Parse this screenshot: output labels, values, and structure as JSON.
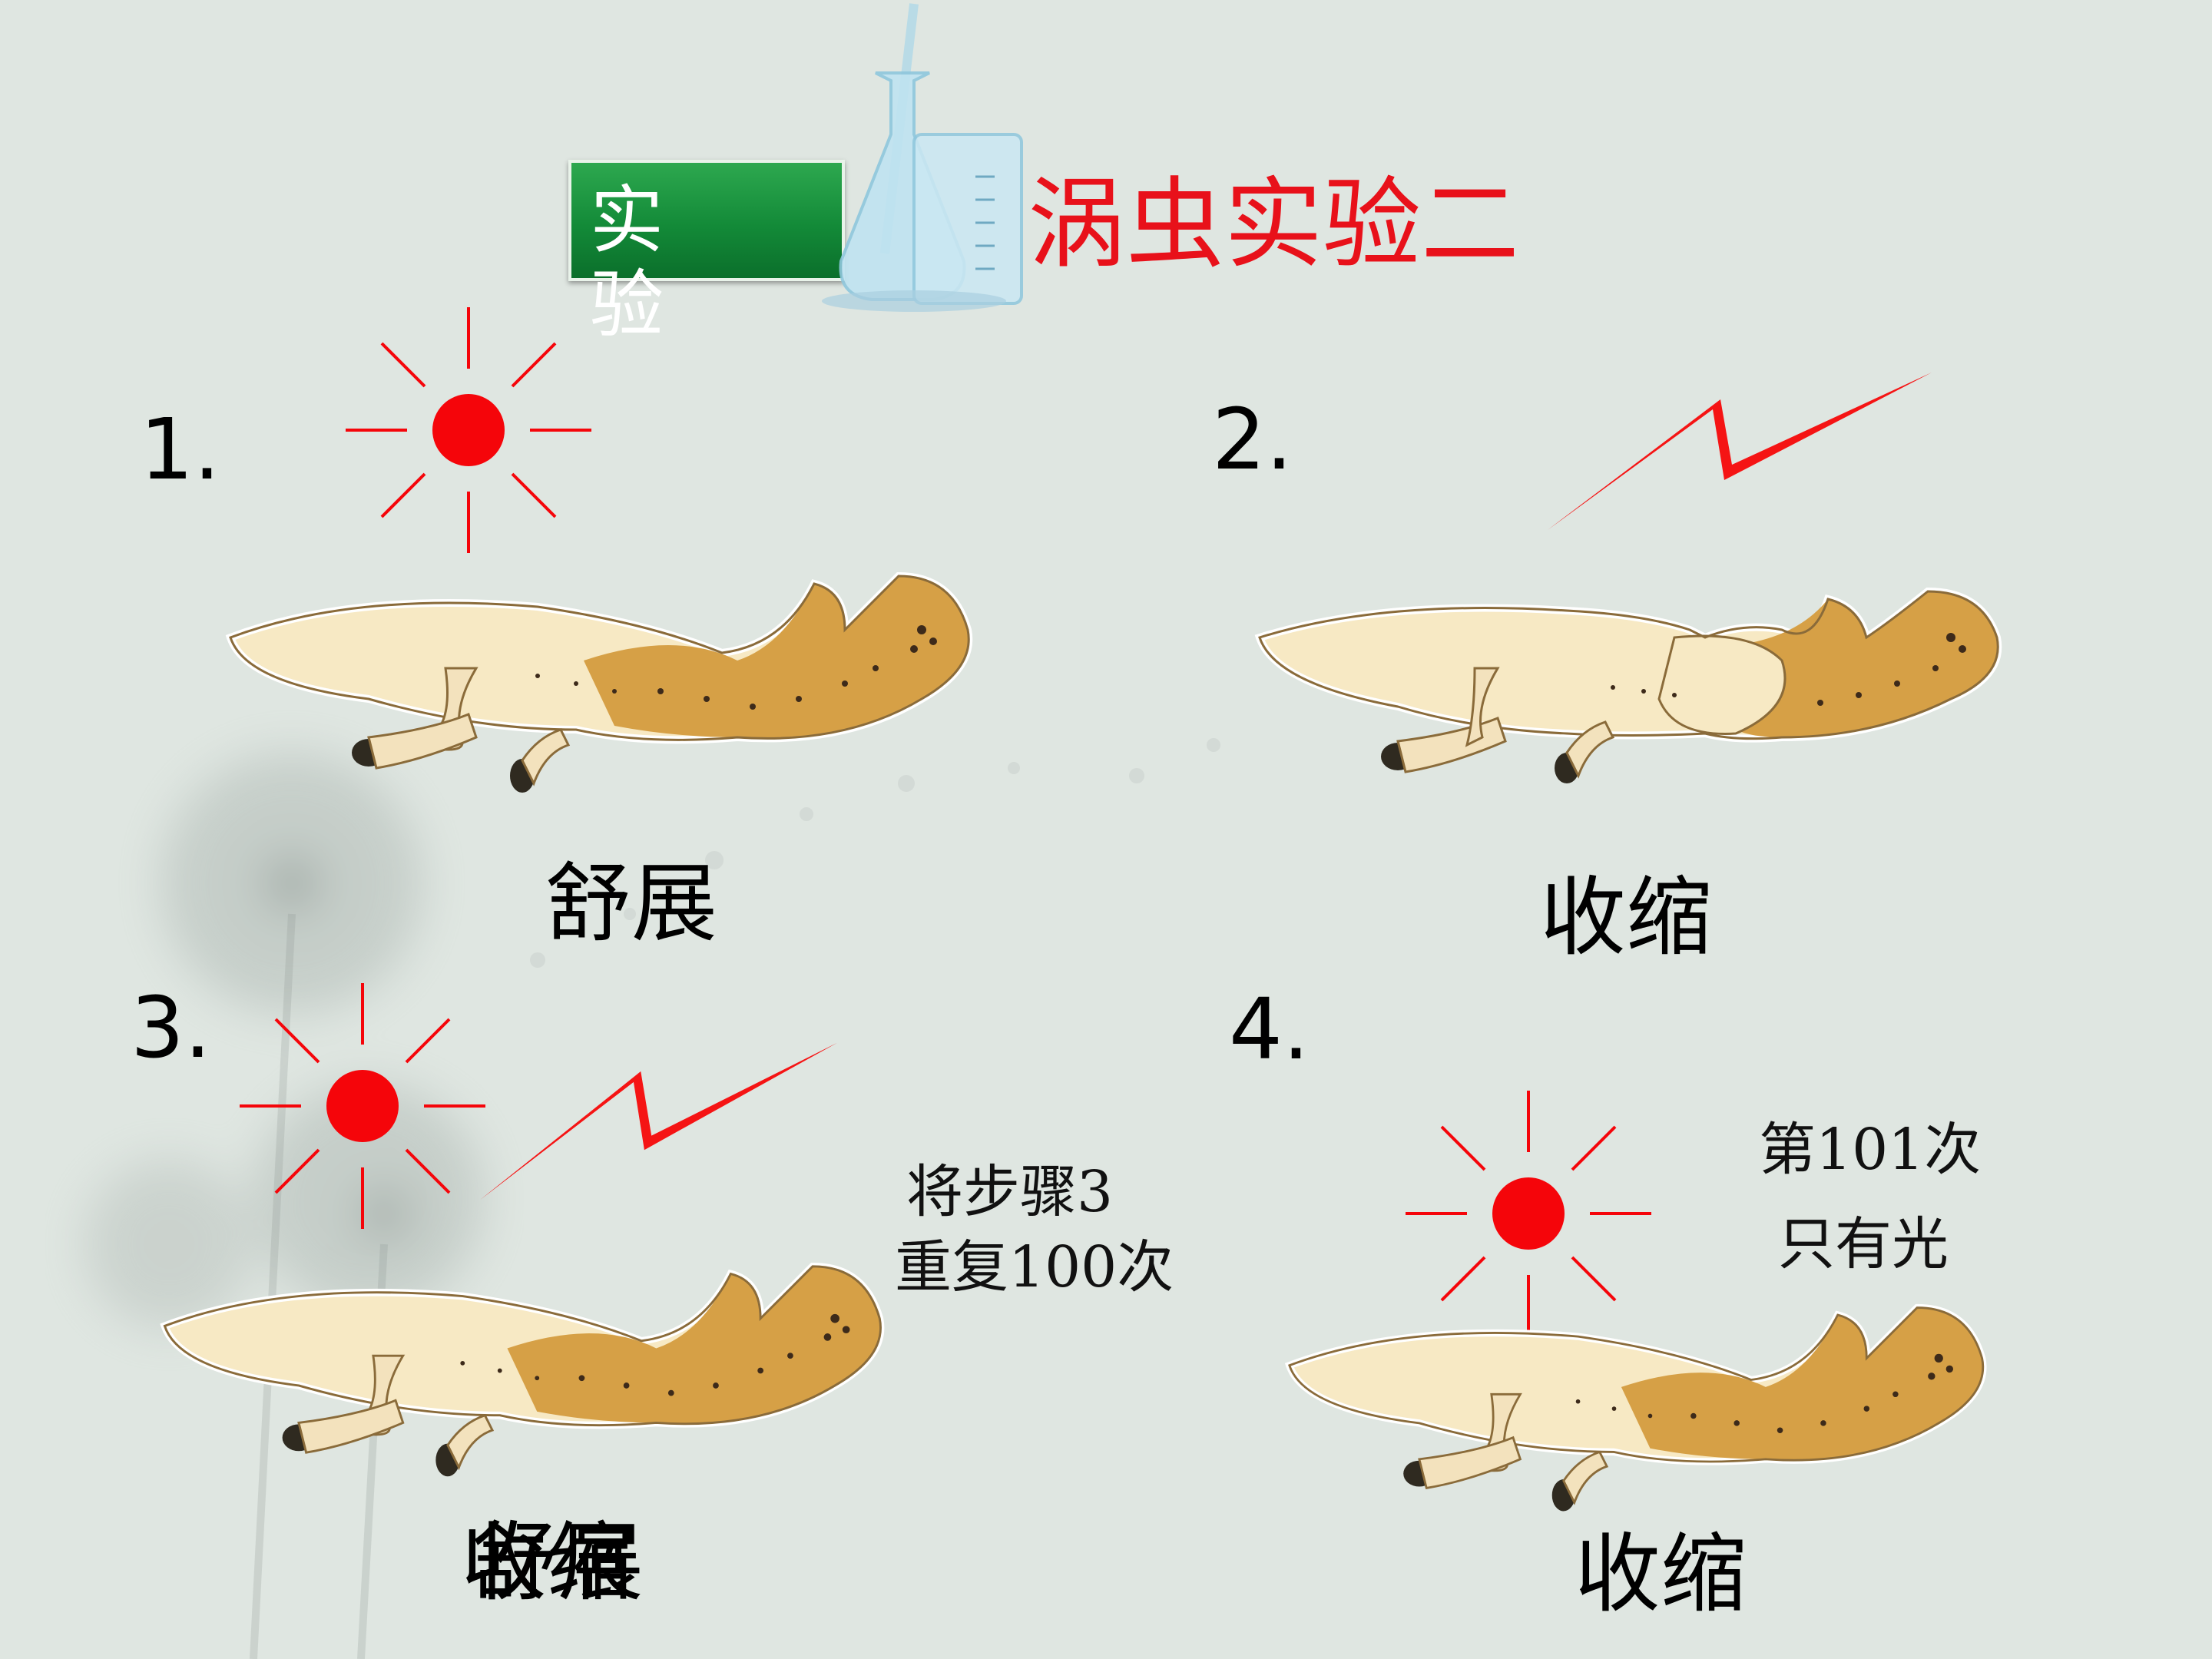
{
  "header": {
    "badge_label": "实 验",
    "title": "涡虫实验二"
  },
  "steps": [
    {
      "number": "1.",
      "caption": "舒展"
    },
    {
      "number": "2.",
      "caption": "收缩"
    },
    {
      "number": "3.",
      "caption": "收缩",
      "caption_overlay": "舒展",
      "note_line1": "将步骤3",
      "note_line2": "重复100次"
    },
    {
      "number": "4.",
      "caption": "收缩",
      "note_line1": "第101次",
      "note_line2": "只有光"
    }
  ],
  "icons": {
    "light": "sun-icon",
    "shock": "lightning-bolt-icon",
    "worm": "planarian-illustration",
    "lab": "beaker-flask-icon"
  },
  "colors": {
    "background": "#dfe6e1",
    "title": "#e8111a",
    "sun": "#f5050a",
    "badge": "#138a38",
    "worm_head": "#d6a046",
    "worm_body": "#f7e9c4"
  }
}
